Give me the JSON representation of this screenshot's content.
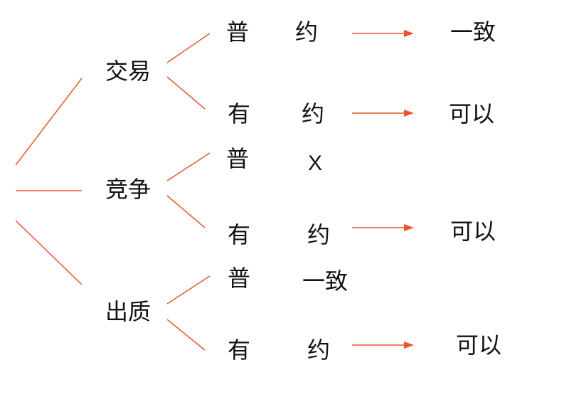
{
  "colors": {
    "line": "#e8552e",
    "text": "#111111"
  },
  "categories": [
    {
      "label": "交易",
      "branches": [
        {
          "label": "普",
          "condition": "约",
          "result": "一致"
        },
        {
          "label": "有",
          "condition": "约",
          "result": "可以"
        }
      ]
    },
    {
      "label": "竞争",
      "branches": [
        {
          "label": "普",
          "condition": "X",
          "result": ""
        },
        {
          "label": "有",
          "condition": "约",
          "result": "可以"
        }
      ]
    },
    {
      "label": "出质",
      "branches": [
        {
          "label": "普",
          "condition": "一致",
          "result": ""
        },
        {
          "label": "有",
          "condition": "约",
          "result": "可以"
        }
      ]
    }
  ]
}
